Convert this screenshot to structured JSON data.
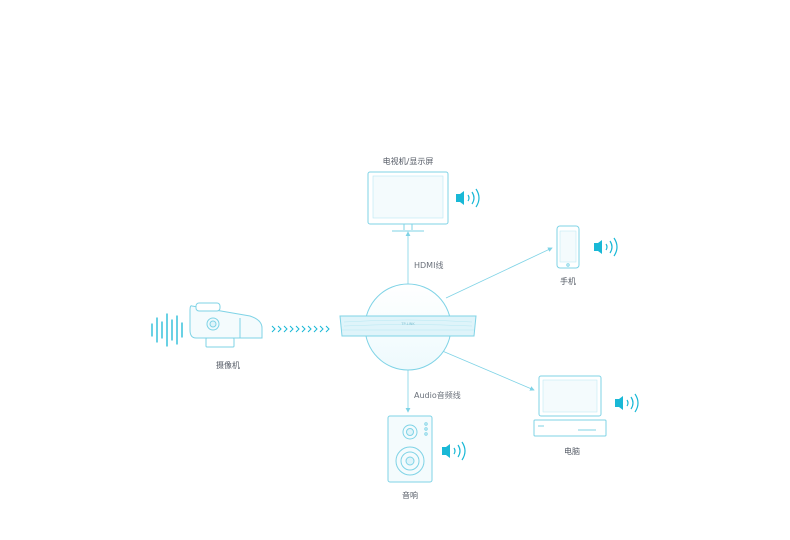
{
  "colors": {
    "line": "#7fd3e6",
    "accent": "#19b8d6",
    "panel": "#dff4fa",
    "text": "#555b66"
  },
  "nodes": {
    "tv": {
      "label": "电视机/显示屏",
      "icon": "monitor-icon"
    },
    "phone": {
      "label": "手机",
      "icon": "smartphone-icon"
    },
    "camera": {
      "label": "摄像机",
      "icon": "security-camera-icon"
    },
    "hub": {
      "label": "TP-LINK",
      "icon": "nvr-recorder-icon"
    },
    "pc": {
      "label": "电脑",
      "icon": "desktop-computer-icon"
    },
    "speaker": {
      "label": "音响",
      "icon": "speaker-icon"
    }
  },
  "edges": {
    "hdmi": {
      "label": "HDMI线"
    },
    "audio": {
      "label": "Audio音频线"
    }
  }
}
